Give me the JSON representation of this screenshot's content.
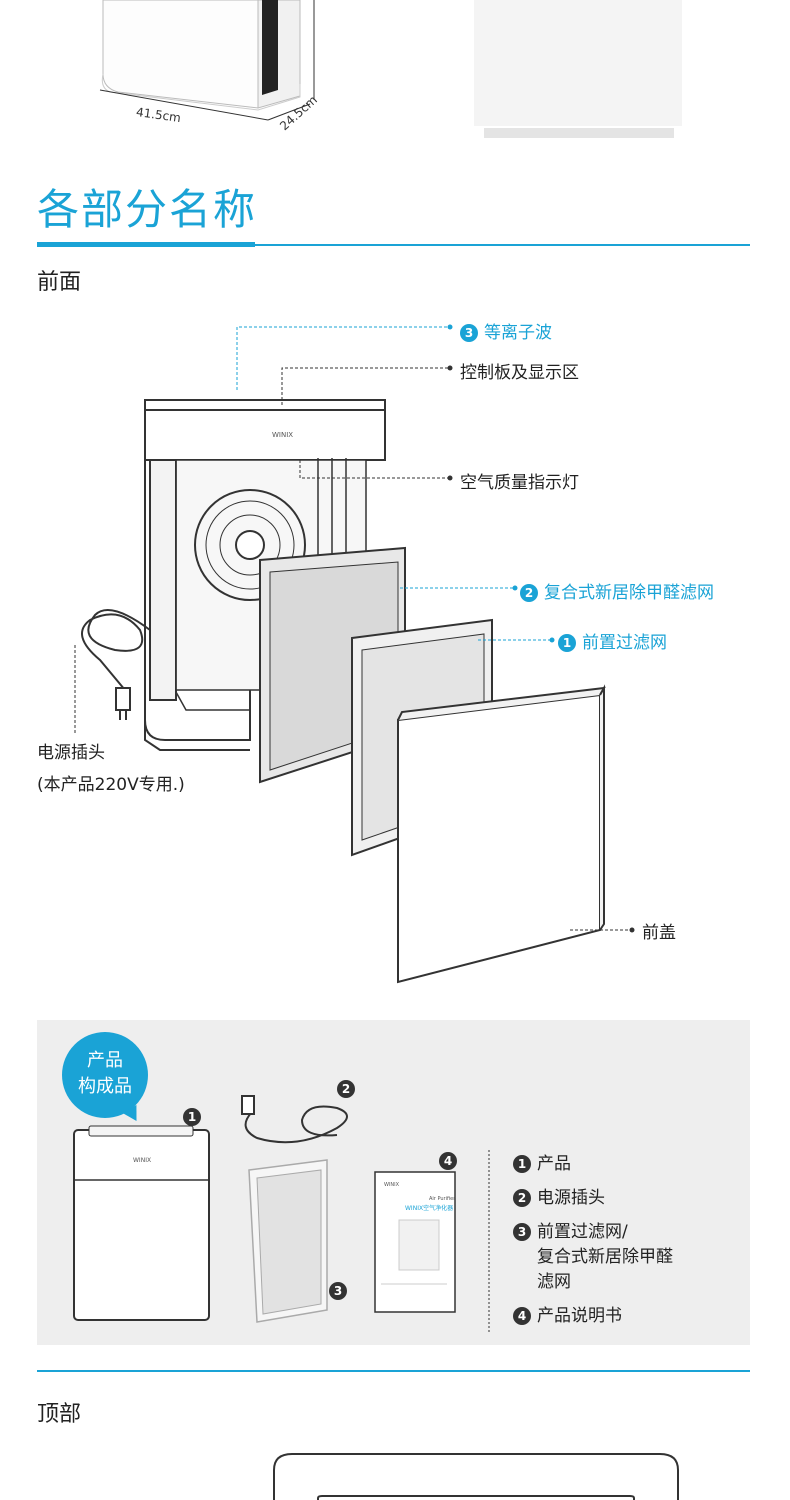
{
  "dimensions": {
    "width_label": "41.5cm",
    "depth_label": "24.5cm"
  },
  "section": {
    "title": "各部分名称",
    "subtitle_front": "前面",
    "subtitle_top": "顶部"
  },
  "callouts": {
    "ion": {
      "num": "3",
      "label": "等离子波"
    },
    "control_panel": {
      "label": "控制板及显示区"
    },
    "air_quality": {
      "label": "空气质量指示灯"
    },
    "composite_filter": {
      "num": "2",
      "label": "复合式新居除甲醛滤网"
    },
    "pre_filter": {
      "num": "1",
      "label": "前置过滤网"
    },
    "power_plug": {
      "label": "电源插头",
      "note": "(本产品220V专用.)"
    },
    "front_cover": {
      "label": "前盖"
    }
  },
  "components": {
    "badge": "产品\n构成品",
    "markers": {
      "product": "1",
      "cord": "2",
      "filter": "3",
      "manual": "4"
    },
    "manual_cover": {
      "brand": "WINIX",
      "subtitle": "Air Purifier",
      "title": "WINIX空气净化器"
    },
    "legend": [
      {
        "num": "1",
        "label": "产品"
      },
      {
        "num": "2",
        "label": "电源插头"
      },
      {
        "num": "3",
        "label": "前置过滤网/\n复合式新居除甲醛\n滤网"
      },
      {
        "num": "4",
        "label": "产品说明书"
      }
    ]
  },
  "brand": "WINIX",
  "colors": {
    "accent": "#1aa3d6",
    "panel_bg": "#eeeeee",
    "line_dark": "#333333"
  }
}
